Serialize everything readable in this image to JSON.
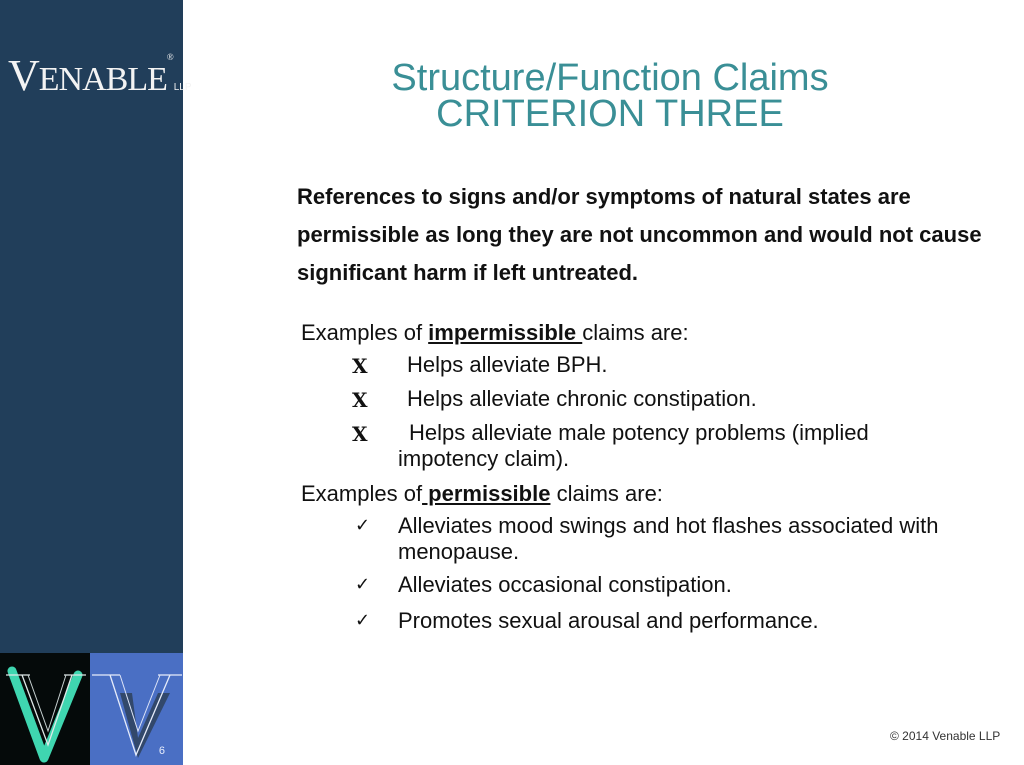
{
  "sidebar": {
    "logo": {
      "first_letter": "V",
      "rest": "ENABLE",
      "registered": "®",
      "suffix": "LLP"
    },
    "page_number": "6"
  },
  "slide": {
    "title_line1": "Structure/Function Claims",
    "title_line2": "CRITERION THREE",
    "lead_text": "References to signs and/or symptoms of natural states are permissible as long they are not uncommon and would not cause significant harm if left untreated.",
    "impermissible": {
      "prefix": "Examples of ",
      "keyword": "impermissible ",
      "suffix": "claims are:",
      "bullet_icon": "x-mark",
      "items": [
        "Helps alleviate BPH.",
        "Helps alleviate chronic constipation.",
        "Helps alleviate male potency problems (implied impotency claim)."
      ]
    },
    "permissible": {
      "prefix": "Examples of",
      "keyword": " permissible",
      "suffix": " claims are:",
      "bullet_icon": "check-mark",
      "items": [
        "Alleviates mood swings and hot flashes associated with menopause.",
        "Alleviates occasional constipation.",
        "Promotes sexual arousal and performance."
      ]
    }
  },
  "footer": {
    "copyright": "© 2014 Venable LLP"
  },
  "colors": {
    "sidebar": "#213e5a",
    "title": "#3a8f96",
    "text": "#111111"
  }
}
